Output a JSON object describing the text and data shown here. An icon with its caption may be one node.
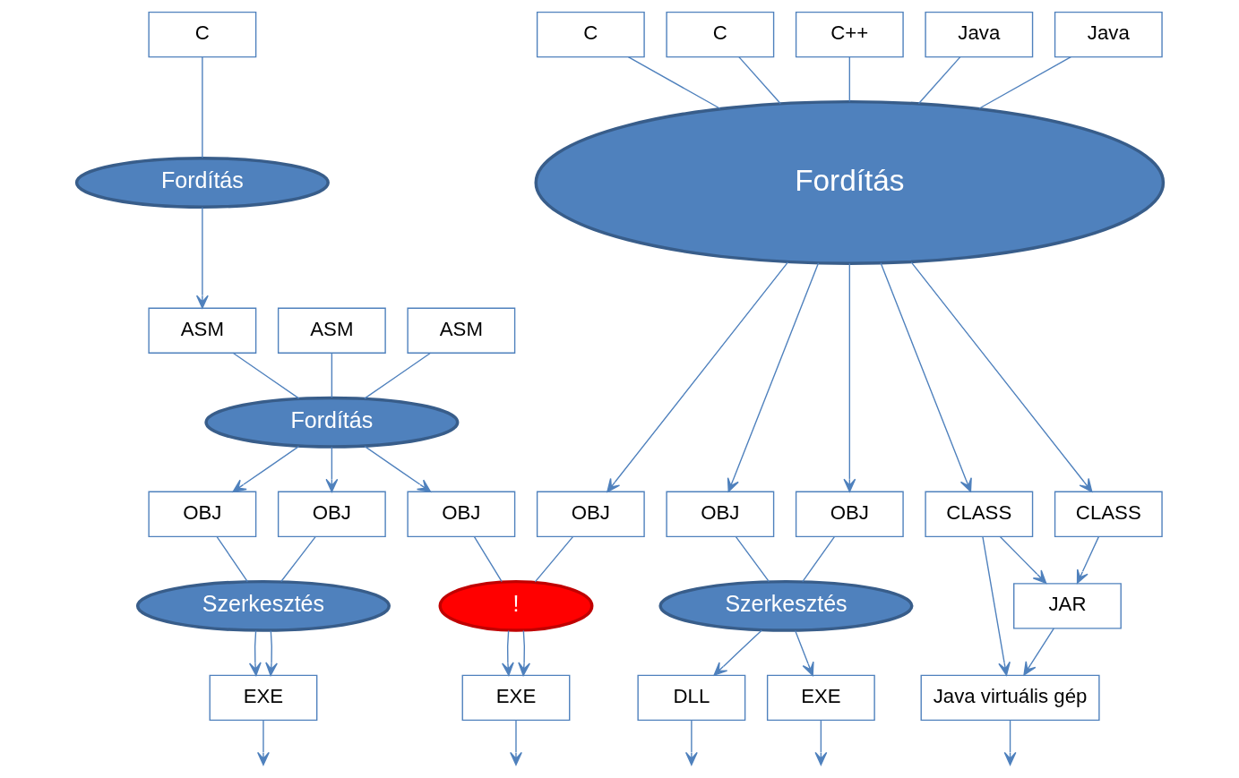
{
  "diagram": {
    "nodes": [
      {
        "text": [
          "C"
        ]
      },
      {
        "text": [
          "C"
        ]
      },
      {
        "text": [
          "C"
        ]
      },
      {
        "text": [
          "C++"
        ]
      },
      {
        "text": [
          "Java"
        ]
      },
      {
        "text": [
          "Java"
        ]
      },
      {
        "text": [
          "Fordítás"
        ]
      },
      {
        "text": [
          "ASM"
        ]
      },
      {
        "text": [
          "ASM"
        ]
      },
      {
        "text": [
          "ASM"
        ]
      },
      {
        "text": [
          "Fordítás"
        ]
      },
      {
        "text": [
          "Fordítás"
        ]
      },
      {
        "text": [
          "OBJ"
        ]
      },
      {
        "text": [
          "OBJ"
        ]
      },
      {
        "text": [
          "OBJ"
        ]
      },
      {
        "text": [
          "OBJ"
        ]
      },
      {
        "text": [
          "OBJ"
        ]
      },
      {
        "text": [
          "OBJ"
        ]
      },
      {
        "text": [
          "CLASS"
        ]
      },
      {
        "text": [
          "CLASS"
        ]
      },
      {
        "text": [
          "Szerkesztés"
        ]
      },
      {
        "text": [
          "!"
        ]
      },
      {
        "text": [
          "Szerkesztés"
        ]
      },
      {
        "text": [
          "JAR"
        ]
      },
      {
        "text": [
          "EXE"
        ]
      },
      {
        "text": [
          "EXE"
        ]
      },
      {
        "text": [
          "DLL"
        ]
      },
      {
        "text": [
          "EXE"
        ]
      },
      {
        "text": [
          "Java virtuális gép"
        ]
      }
    ],
    "edges": [
      {
        "from": 0,
        "to": 6,
        "arrow": "none"
      },
      {
        "from": 6,
        "to": 7,
        "arrow": "to"
      },
      {
        "from": 1,
        "to": 10,
        "arrow": "none"
      },
      {
        "from": 2,
        "to": 10,
        "arrow": "none"
      },
      {
        "from": 3,
        "to": 10,
        "arrow": "none"
      },
      {
        "from": 4,
        "to": 10,
        "arrow": "none"
      },
      {
        "from": 5,
        "to": 10,
        "arrow": "none"
      },
      {
        "from": 7,
        "to": 11,
        "arrow": "none"
      },
      {
        "from": 8,
        "to": 11,
        "arrow": "none"
      },
      {
        "from": 9,
        "to": 11,
        "arrow": "none"
      },
      {
        "from": 11,
        "to": 12,
        "arrow": "to"
      },
      {
        "from": 11,
        "to": 13,
        "arrow": "to"
      },
      {
        "from": 11,
        "to": 14,
        "arrow": "to"
      },
      {
        "from": 10,
        "to": 15,
        "arrow": "to"
      },
      {
        "from": 10,
        "to": 16,
        "arrow": "to"
      },
      {
        "from": 10,
        "to": 17,
        "arrow": "to"
      },
      {
        "from": 10,
        "to": 18,
        "arrow": "to"
      },
      {
        "from": 10,
        "to": 19,
        "arrow": "to"
      },
      {
        "from": 12,
        "to": 20,
        "arrow": "none"
      },
      {
        "from": 13,
        "to": 20,
        "arrow": "none"
      },
      {
        "from": 14,
        "to": 21,
        "arrow": "none"
      },
      {
        "from": 15,
        "to": 21,
        "arrow": "none"
      },
      {
        "from": 16,
        "to": 22,
        "arrow": "none"
      },
      {
        "from": 17,
        "to": 22,
        "arrow": "none"
      },
      {
        "from": 18,
        "to": 23,
        "arrow": "to"
      },
      {
        "from": 19,
        "to": 23,
        "arrow": "to"
      },
      {
        "from": 20,
        "to": 24,
        "arrow": "to"
      },
      {
        "from": 20,
        "to": 24,
        "arrow": "to"
      },
      {
        "from": 21,
        "to": 25,
        "arrow": "to"
      },
      {
        "from": 21,
        "to": 25,
        "arrow": "to"
      },
      {
        "from": 22,
        "to": 26,
        "arrow": "to"
      },
      {
        "from": 22,
        "to": 27,
        "arrow": "to"
      },
      {
        "from": 18,
        "to": 28,
        "arrow": "to"
      },
      {
        "from": 23,
        "to": 28,
        "arrow": "to"
      },
      {
        "from": 24,
        "to": null,
        "arrow": "to"
      },
      {
        "from": 25,
        "to": null,
        "arrow": "to"
      },
      {
        "from": 26,
        "to": null,
        "arrow": "to"
      },
      {
        "from": 27,
        "to": null,
        "arrow": "to"
      },
      {
        "from": 28,
        "to": null,
        "arrow": "to"
      }
    ]
  }
}
